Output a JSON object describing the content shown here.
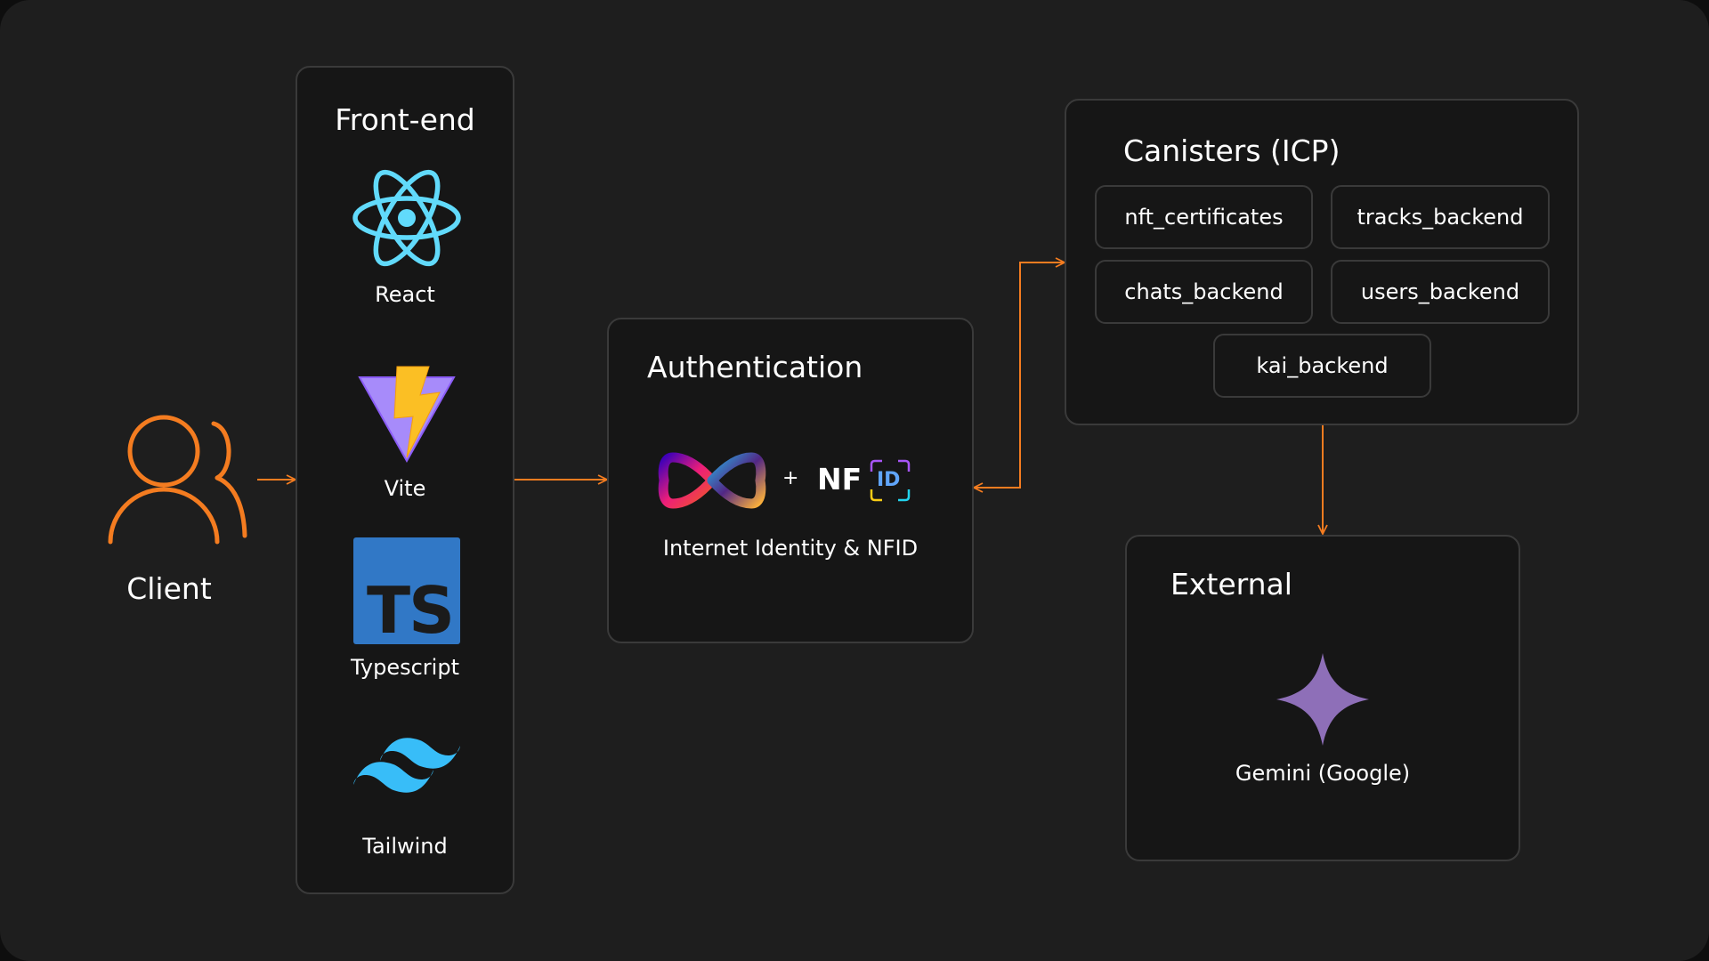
{
  "colors": {
    "accent": "#f47c20",
    "background": "#1e1e1e",
    "panel": "#161616",
    "border": "#3a3a3a",
    "react": "#61dafb",
    "ts": "#3178c6",
    "tailwind": "#38bdf8",
    "gemini": "#8e6fb8"
  },
  "client": {
    "label": "Client",
    "icon": "users-icon"
  },
  "frontend": {
    "title": "Front-end",
    "items": [
      {
        "label": "React",
        "icon": "react-icon"
      },
      {
        "label": "Vite",
        "icon": "vite-icon"
      },
      {
        "label": "Typescript",
        "icon": "typescript-icon",
        "badge": "TS"
      },
      {
        "label": "Tailwind",
        "icon": "tailwind-icon"
      }
    ]
  },
  "auth": {
    "title": "Authentication",
    "plus": "+",
    "nf": "NF",
    "id": "ID",
    "caption": "Internet Identity & NFID"
  },
  "canisters": {
    "title": "Canisters (ICP)",
    "items": [
      "nft_certificates",
      "tracks_backend",
      "chats_backend",
      "users_backend",
      "kai_backend"
    ]
  },
  "external": {
    "title": "External",
    "caption": "Gemini (Google)",
    "icon": "gemini-icon"
  }
}
